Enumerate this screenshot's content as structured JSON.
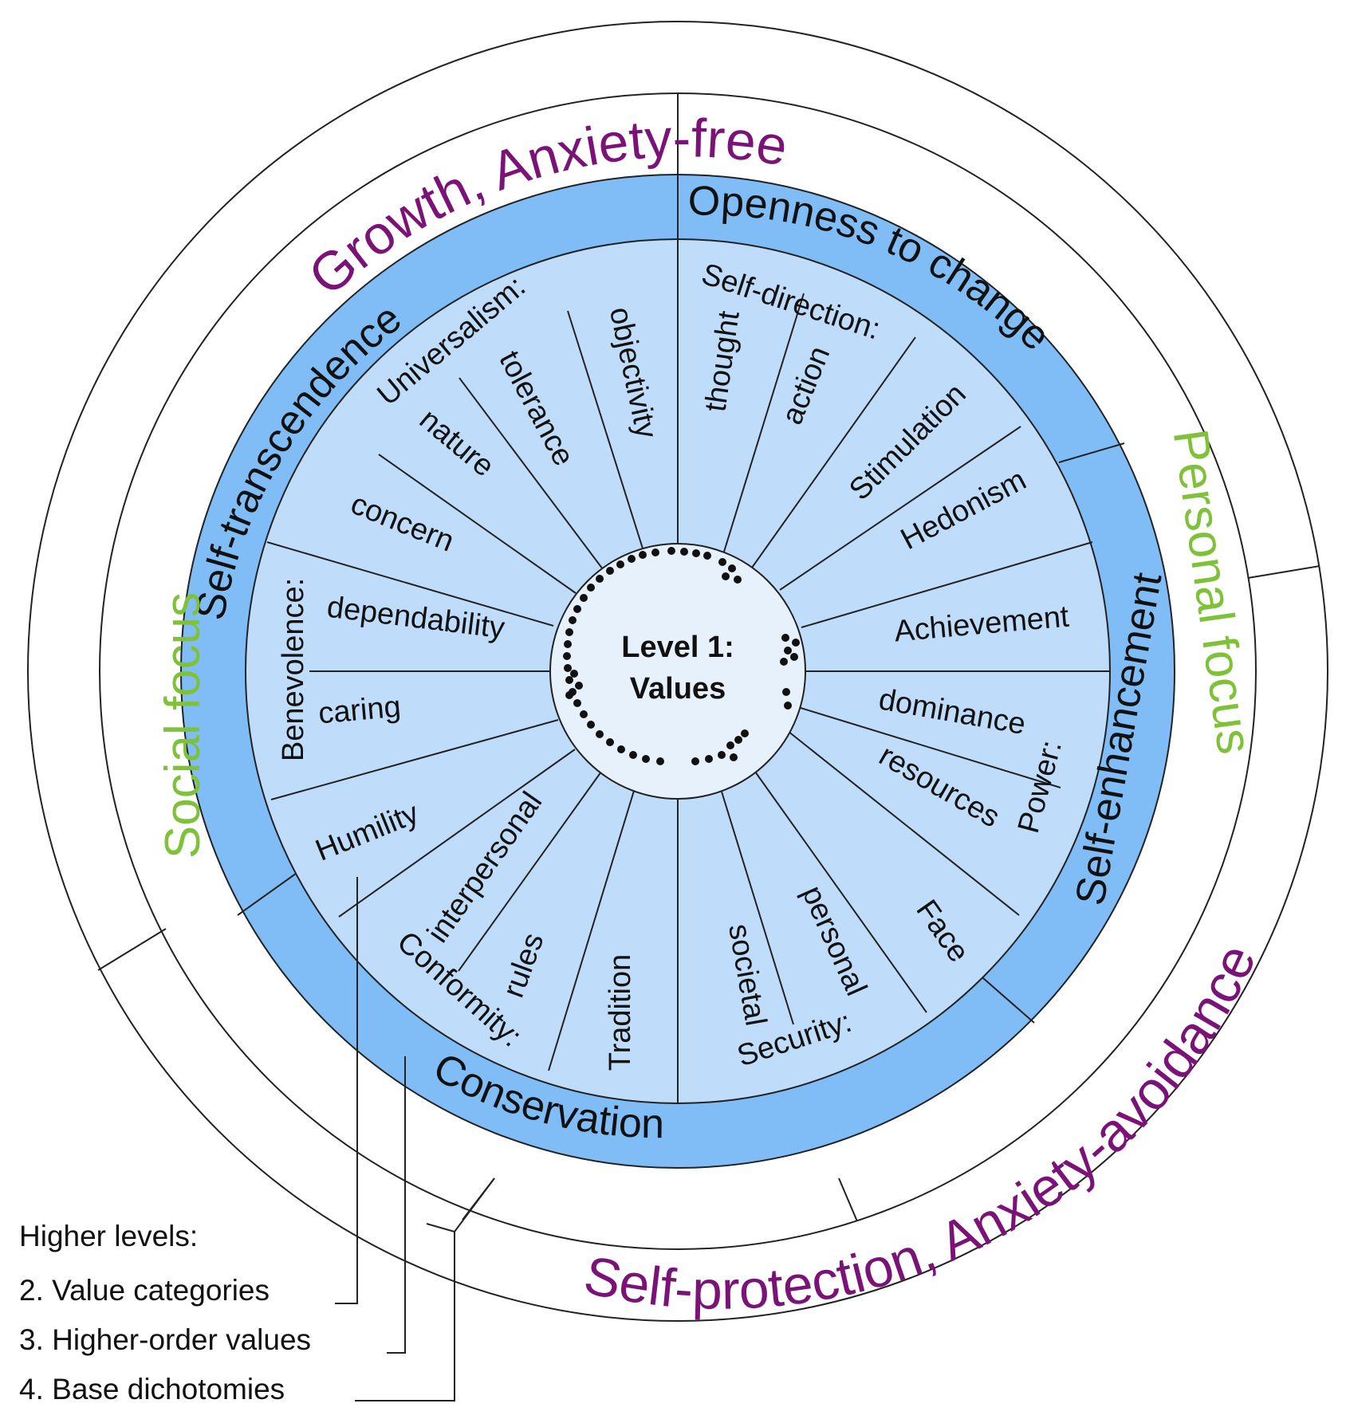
{
  "center": {
    "line1": "Level 1:",
    "line2": "Values"
  },
  "values": {
    "self_direction": {
      "label": "Self-direction:",
      "thought": "thought",
      "action": "action"
    },
    "stimulation": "Stimulation",
    "hedonism": "Hedonism",
    "achievement": "Achievement",
    "power": {
      "label": "Power:",
      "dominance": "dominance",
      "resources": "resources"
    },
    "face": "Face",
    "security": {
      "label": "Security:",
      "personal": "personal",
      "societal": "societal"
    },
    "tradition": "Tradition",
    "conformity": {
      "label": "Conformity:",
      "rules": "rules",
      "interpersonal": "interpersonal"
    },
    "humility": "Humility",
    "benevolence": {
      "label": "Benevolence:",
      "caring": "caring",
      "dependability": "dependability"
    },
    "universalism": {
      "label": "Universalism:",
      "concern": "concern",
      "nature": "nature",
      "tolerance": "tolerance"
    },
    "objectivity": "objectivity"
  },
  "higher_order": {
    "openness": "Openness to change",
    "self_enhancement": "Self-enhancement",
    "conservation": "Conservation",
    "self_transcendence": "Self-transcendence"
  },
  "focus": {
    "personal": "Personal focus",
    "social": "Social focus"
  },
  "dichotomies": {
    "growth": "Growth, Anxiety-free",
    "protection": "Self-protection, Anxiety-avoidance"
  },
  "legend": {
    "heading": "Higher levels:",
    "item2": "2. Value categories",
    "item3": "3. Higher-order values",
    "item4": "4. Base dichotomies"
  },
  "colors": {
    "inner_ring": "#bfdcfa",
    "outer_ring": "#80bdf7",
    "center_circle": "#e6f1fb",
    "focus_text": "#7fc23a",
    "dichotomy_text": "#7b1277"
  }
}
